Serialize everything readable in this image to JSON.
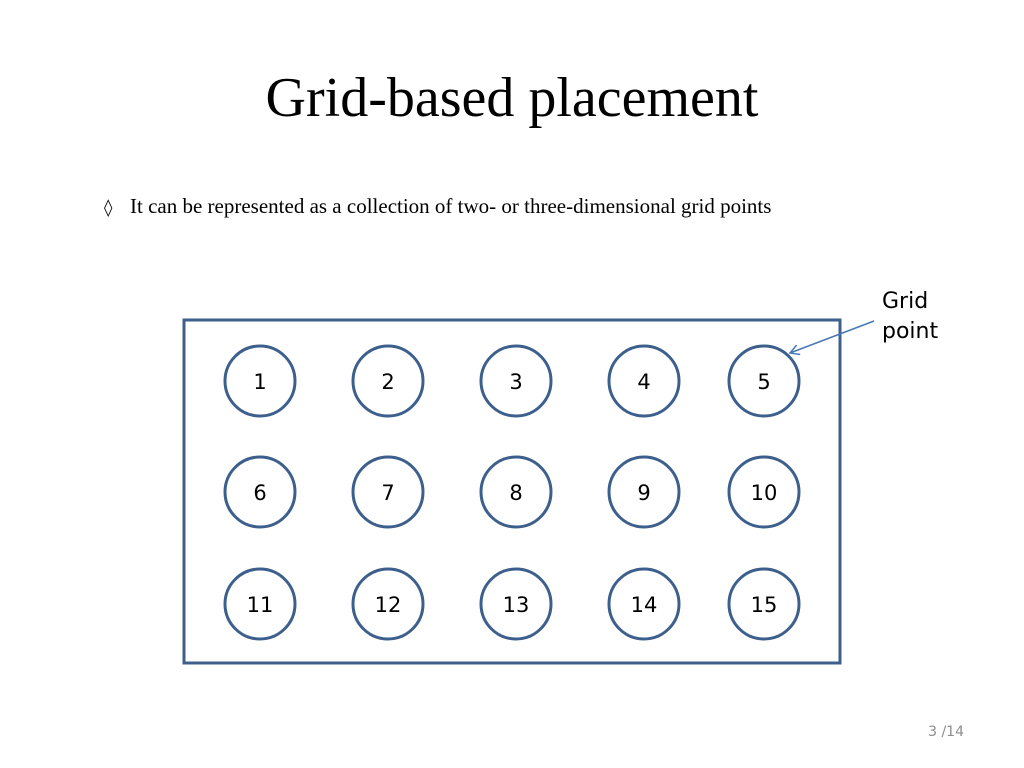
{
  "slide": {
    "title": "Grid-based placement",
    "bullet_marker": "◊",
    "bullet_text": "It can be represented as a collection of two- or three-dimensional grid points",
    "page_number": "3 /14"
  },
  "diagram": {
    "rows": 3,
    "columns": 5,
    "grid_point_labels": [
      "1",
      "2",
      "3",
      "4",
      "5",
      "6",
      "7",
      "8",
      "9",
      "10",
      "11",
      "12",
      "13",
      "14",
      "15"
    ],
    "callout": {
      "line1": "Grid",
      "line2": "point",
      "points_to": "5"
    },
    "colors": {
      "stroke": "#3d5f8c",
      "fill": "#ffffff",
      "text": "#000000"
    }
  }
}
